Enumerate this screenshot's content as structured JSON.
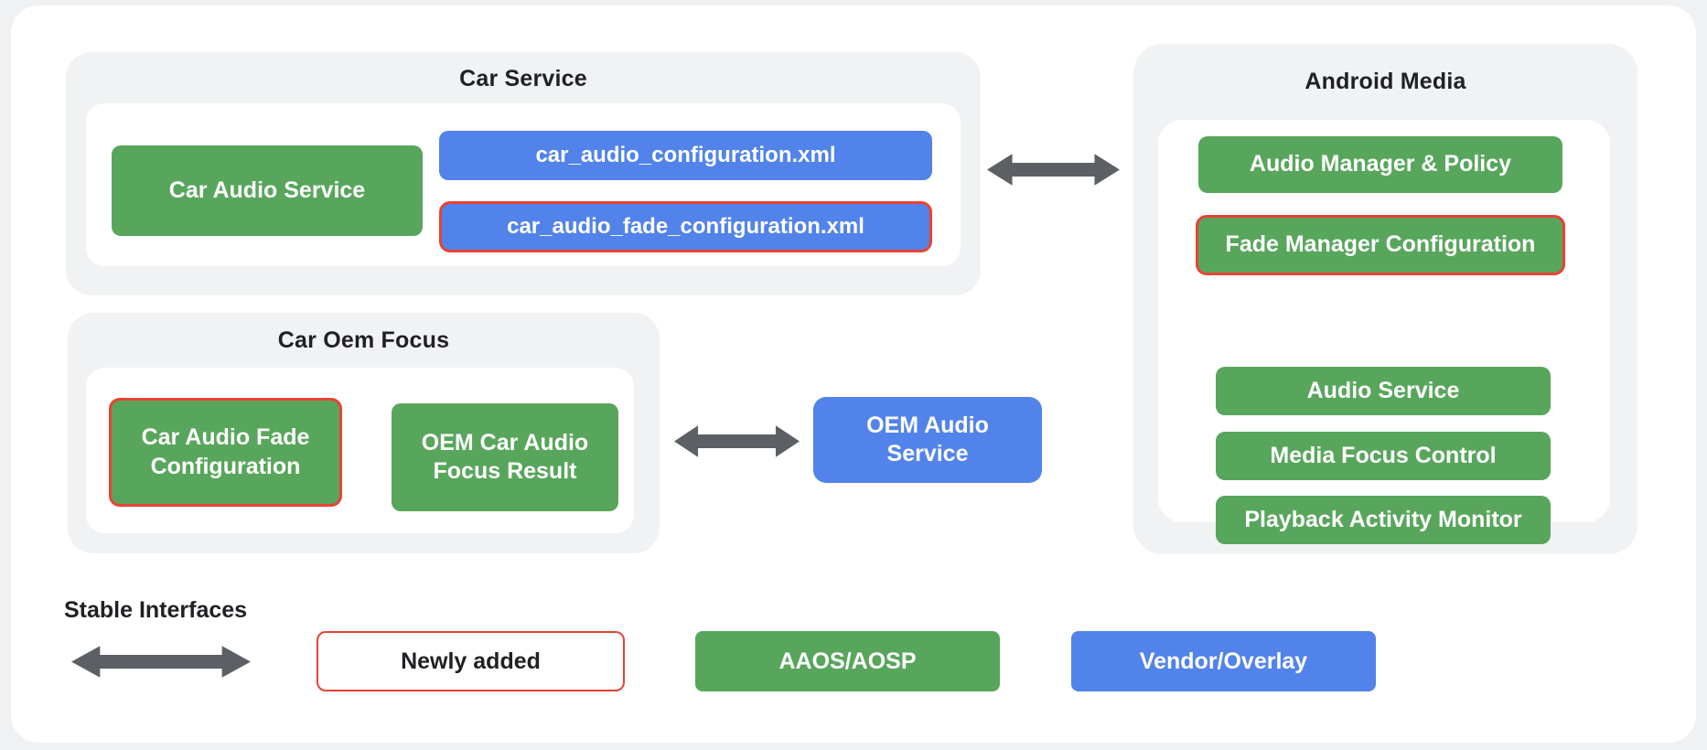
{
  "colors": {
    "page_bg": "#EFF1F3",
    "panel_bg": "#FFFFFF",
    "group_bg": "#F1F2F4",
    "green": "#58A65C",
    "blue": "#5283EA",
    "red": "#E94235",
    "arrow": "#5C6065",
    "text_dark": "#202124",
    "text_light": "#FFFFFF"
  },
  "groups": {
    "car_service": {
      "title": "Car Service",
      "nodes": [
        {
          "label": "Car Audio Service",
          "type": "aaos",
          "newly_added": false
        },
        {
          "label": "car_audio_configuration.xml",
          "type": "vendor",
          "newly_added": false
        },
        {
          "label": "car_audio_fade_configuration.xml",
          "type": "vendor",
          "newly_added": true
        }
      ]
    },
    "car_oem_focus": {
      "title": "Car Oem Focus",
      "nodes": [
        {
          "label": "Car Audio Fade Configuration",
          "type": "aaos",
          "newly_added": true
        },
        {
          "label": "OEM Car Audio Focus Result",
          "type": "aaos",
          "newly_added": false
        }
      ]
    },
    "android_media": {
      "title": "Android Media",
      "nodes": [
        {
          "label": "Audio Manager & Policy",
          "type": "aaos",
          "newly_added": false
        },
        {
          "label": "Fade Manager Configuration",
          "type": "aaos",
          "newly_added": true
        },
        {
          "label": "Audio Service",
          "type": "aaos",
          "newly_added": false
        },
        {
          "label": "Media Focus Control",
          "type": "aaos",
          "newly_added": false
        },
        {
          "label": "Playback Activity Monitor",
          "type": "aaos",
          "newly_added": false
        }
      ]
    }
  },
  "standalone": {
    "oem_audio_service": {
      "label": "OEM Audio Service",
      "type": "vendor",
      "newly_added": false
    }
  },
  "connectors": [
    {
      "name": "car-service-to-android-media",
      "icon": "double-arrow-icon"
    },
    {
      "name": "car-oem-focus-to-oem-audio-service",
      "icon": "double-arrow-icon"
    }
  ],
  "legend": {
    "stable_interfaces_label": "Stable Interfaces",
    "stable_interfaces_icon": "double-arrow-icon",
    "newly_added_label": "Newly added",
    "aaos_label": "AAOS/AOSP",
    "vendor_label": "Vendor/Overlay"
  }
}
